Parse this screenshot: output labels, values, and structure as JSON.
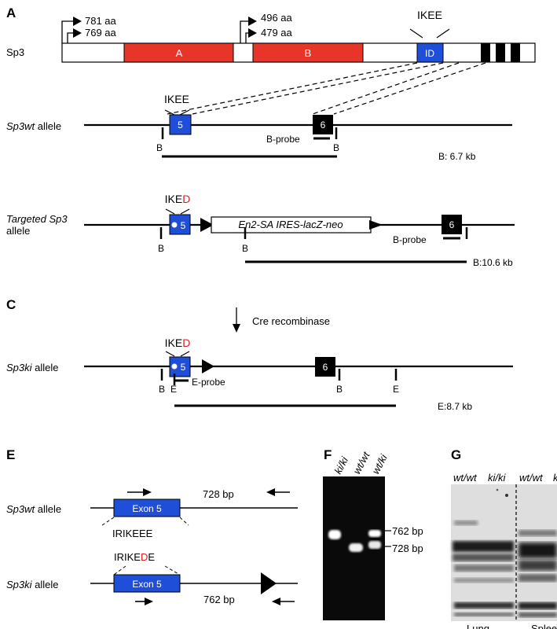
{
  "colors": {
    "domain_red": "#e8352a",
    "exon_blue": "#1f4fd8",
    "black": "#000000",
    "mutation_red": "#d42020",
    "gel_bg": "#0a0a0a"
  },
  "panelA": {
    "label": "A",
    "protein_name": "Sp3",
    "isoforms": [
      "781 aa",
      "769 aa",
      "496 aa",
      "479 aa"
    ],
    "motif": "IKEE",
    "domains": {
      "a": "A",
      "b": "B",
      "id": "ID"
    },
    "wt_allele": {
      "name_italic": "Sp3wt",
      "name_rest": " allele",
      "motif": "IKEE",
      "exon5": "5",
      "exon6": "6",
      "site": "B",
      "probe": "B-probe",
      "size": "B: 6.7 kb"
    },
    "targeted_allele": {
      "name_line1": "Targeted Sp3",
      "name_line2": "allele",
      "motif_prefix": "IKE",
      "motif_mut": "D",
      "exon5": "5",
      "cassette": "En2-SA IRES-lacZ-neo",
      "exon6": "6",
      "site": "B",
      "probe": "B-probe",
      "size": "B:10.6 kb"
    }
  },
  "panelC": {
    "label": "C",
    "cre_label": "Cre recombinase",
    "ki_allele": {
      "name_italic": "Sp3ki",
      "name_rest": " allele",
      "motif_prefix": "IKE",
      "motif_mut": "D",
      "exon5": "5",
      "exon6": "6",
      "site_b": "B",
      "site_e": "E",
      "probe": "E-probe",
      "size": "E:8.7 kb"
    }
  },
  "panelE": {
    "label": "E",
    "wt": {
      "name_italic": "Sp3wt",
      "name_rest": " allele",
      "exon": "Exon 5",
      "product": "728 bp",
      "seq": "IRIKEEE"
    },
    "ki": {
      "name_italic": "Sp3ki",
      "name_rest": " allele",
      "exon": "Exon 5",
      "product": "762 bp",
      "seq_prefix": "IRIKE",
      "seq_mut": "D",
      "seq_suffix": "E"
    }
  },
  "panelF": {
    "label": "F",
    "lanes": [
      "ki/ki",
      "wt/wt",
      "wt/ki"
    ],
    "bands": [
      "762 bp",
      "728 bp"
    ]
  },
  "panelG": {
    "label": "G",
    "lanes": [
      "wt/wt",
      "ki/ki",
      "wt/wt",
      "k"
    ],
    "tissues": [
      "Lung",
      "Splee"
    ]
  }
}
